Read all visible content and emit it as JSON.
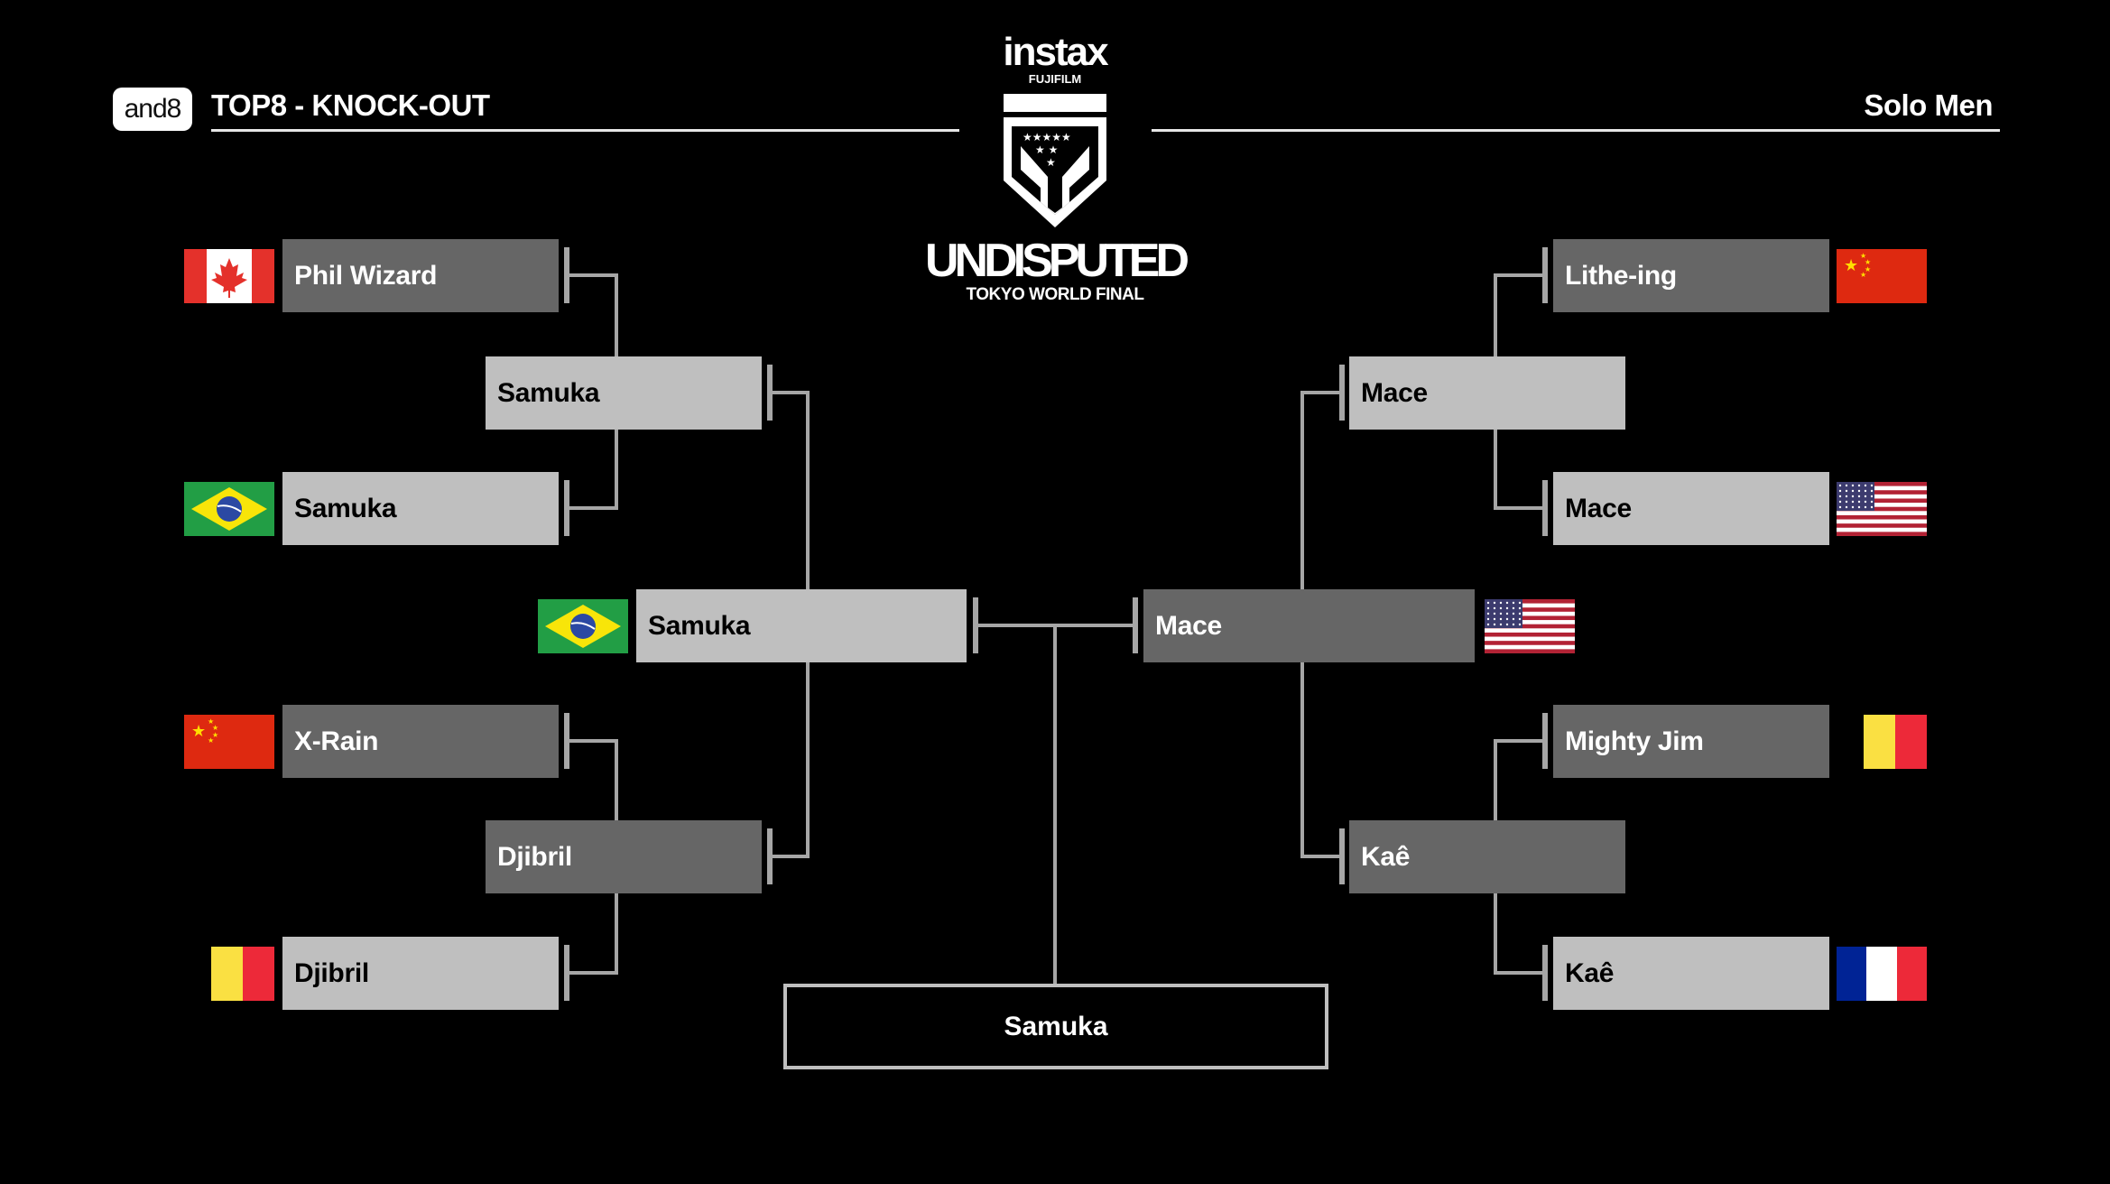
{
  "header": {
    "badge": "and8",
    "title": "TOP8 - KNOCK-OUT",
    "category": "Solo Men",
    "logo": {
      "brand": "instax",
      "sub": "FUJIFILM",
      "event": "UNDISPUTED",
      "tagline": "TOKYO WORLD FINAL"
    }
  },
  "colors": {
    "winner_box": "#bfbfbf",
    "loser_box": "#666666",
    "line": "#a6a6a6",
    "background": "#000000"
  },
  "bracket": {
    "left": {
      "round1": [
        {
          "name": "Phil Wizard",
          "flag": "canada",
          "result": "loser"
        },
        {
          "name": "Samuka",
          "flag": "brazil",
          "result": "winner"
        },
        {
          "name": "X-Rain",
          "flag": "china",
          "result": "loser"
        },
        {
          "name": "Djibril",
          "flag": "belgium",
          "result": "winner"
        }
      ],
      "round2": [
        {
          "name": "Samuka",
          "result": "winner"
        },
        {
          "name": "Djibril",
          "result": "loser"
        }
      ],
      "semi": {
        "name": "Samuka",
        "flag": "brazil",
        "result": "winner"
      }
    },
    "right": {
      "round1": [
        {
          "name": "Lithe-ing",
          "flag": "china",
          "result": "loser"
        },
        {
          "name": "Mace",
          "flag": "usa",
          "result": "winner"
        },
        {
          "name": "Mighty Jim",
          "flag": "belgium",
          "result": "loser"
        },
        {
          "name": "Kaê",
          "flag": "france",
          "result": "winner"
        }
      ],
      "round2": [
        {
          "name": "Mace",
          "result": "winner"
        },
        {
          "name": "Kaê",
          "result": "loser"
        }
      ],
      "semi": {
        "name": "Mace",
        "flag": "usa",
        "result": "loser"
      }
    },
    "champion": "Samuka"
  }
}
